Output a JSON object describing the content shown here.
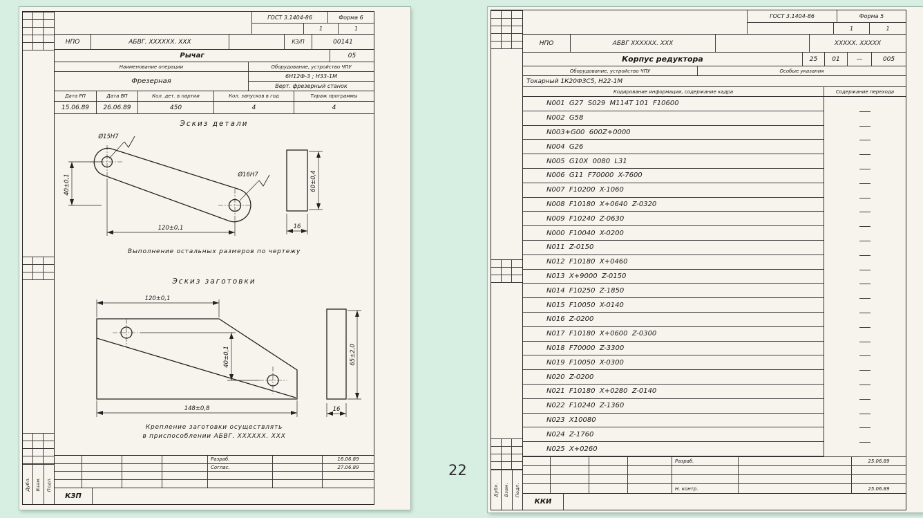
{
  "page": {
    "number": "22",
    "background": "#d7eee2",
    "paper": "#f6f4ed"
  },
  "left_doc": {
    "header": {
      "gost": "ГОСТ 3.1404-86",
      "forma": "Форма 6",
      "sheet": "1",
      "sheet_total": "1",
      "org": "НПО",
      "doc_code": "АБВГ. XXXXXX. XXX",
      "card_label": "КЗ/П",
      "card_number": "00141",
      "part_name": "Рычаг",
      "op_number": "05",
      "op_name_label": "Наименование  операции",
      "equipment_label": "Оборудование,  устройство ЧПУ",
      "op_name": "Фрезерная",
      "equipment_model": "6Н12Ф-3 ;   Н33-1М",
      "equipment_type": "Верт. фрезерный  станок",
      "col_headers": [
        "Дата РП",
        "Дата ВП",
        "Кол. дет. в партии",
        "Кол. запусков в год",
        "Тираж  программы"
      ],
      "col_values": [
        "15.06.89",
        "26.06.89",
        "450",
        "4",
        "4"
      ]
    },
    "sketch_part": {
      "title": "Эскиз  детали",
      "dim_hole1": "Ø15Н7",
      "dim_hole2": "Ø16Н7",
      "dim_height": "40±0,1",
      "dim_length": "120±0,1",
      "dim_side_height": "60±0,4",
      "dim_side_width": "16",
      "note": "Выполнение  остальных  размеров  по  чертежу"
    },
    "sketch_blank": {
      "title": "Эскиз  заготовки",
      "dim_top": "120±0,1",
      "dim_height": "40±0,1",
      "dim_bottom": "148±0,8",
      "dim_side_height": "65±2,0",
      "dim_side_width": "16",
      "note_line1": "Крепление  заготовки  осуществлять",
      "note_line2": "в приспособлении  АБВГ. XXXXXX. XXX"
    },
    "footer": {
      "row1_label": "Разраб.",
      "row1_date": "16.06.89",
      "row2_label": "Соглас.",
      "row2_date": "27.06.89",
      "code": "КЗП"
    },
    "margin_labels": [
      "Дубл.",
      "Взам.",
      "Подп."
    ]
  },
  "right_doc": {
    "header": {
      "gost": "ГОСТ 3.1404-86",
      "forma": "Форма 5",
      "sheet": "1",
      "sheet_total": "1",
      "org": "НПО",
      "doc_code": "АБВГ XXXXXX. XXX",
      "doc_code2": "XXXXX. XXXXX",
      "part_name": "Корпус  редуктора",
      "op_cells": [
        "25",
        "01",
        "—",
        "005"
      ],
      "equipment_label": "Оборудование,  устройство ЧПУ",
      "special_label": "Особые  указания",
      "equipment": "Токарный 1К20ФЗС5,  Н22-1М",
      "coding_label": "Кодирование  информации,  содержание  кадра",
      "transition_label": "Содержание  перехода"
    },
    "program": [
      "N001  G27  S029  M114T 101  F10600",
      "N002  G58",
      "N003+G00  600Z+0000",
      "N004  G26",
      "N005  G10X  0080  L31",
      "N006  G11  F70000  X-7600",
      "N007  F10200  X-1060",
      "N008  F10180  X+0640  Z-0320",
      "N009  F10240  Z-0630",
      "N000  F10040  X-0200",
      "N011  Z-0150",
      "N012  F10180  X+0460",
      "N013  X+9000  Z-0150",
      "N014  F10250  Z-1850",
      "N015  F10050  X-0140",
      "N016  Z-0200",
      "N017  F10180  X+0600  Z-0300",
      "N018  F70000  Z-3300",
      "N019  F10050  X-0300",
      "N020  Z-0200",
      "N021  F10180  X+0280  Z-0140",
      "N022  F10240  Z-1360",
      "N023  X10080",
      "N024  Z-1760",
      "N025  X+0260"
    ],
    "footer": {
      "row1_label": "Разраб.",
      "row1_date": "25.06.89",
      "row2_label": "Н. контр.",
      "row2_date": "25.06.89",
      "code": "ККИ"
    },
    "margin_labels": [
      "Дубл.",
      "Взам.",
      "Подп."
    ]
  }
}
